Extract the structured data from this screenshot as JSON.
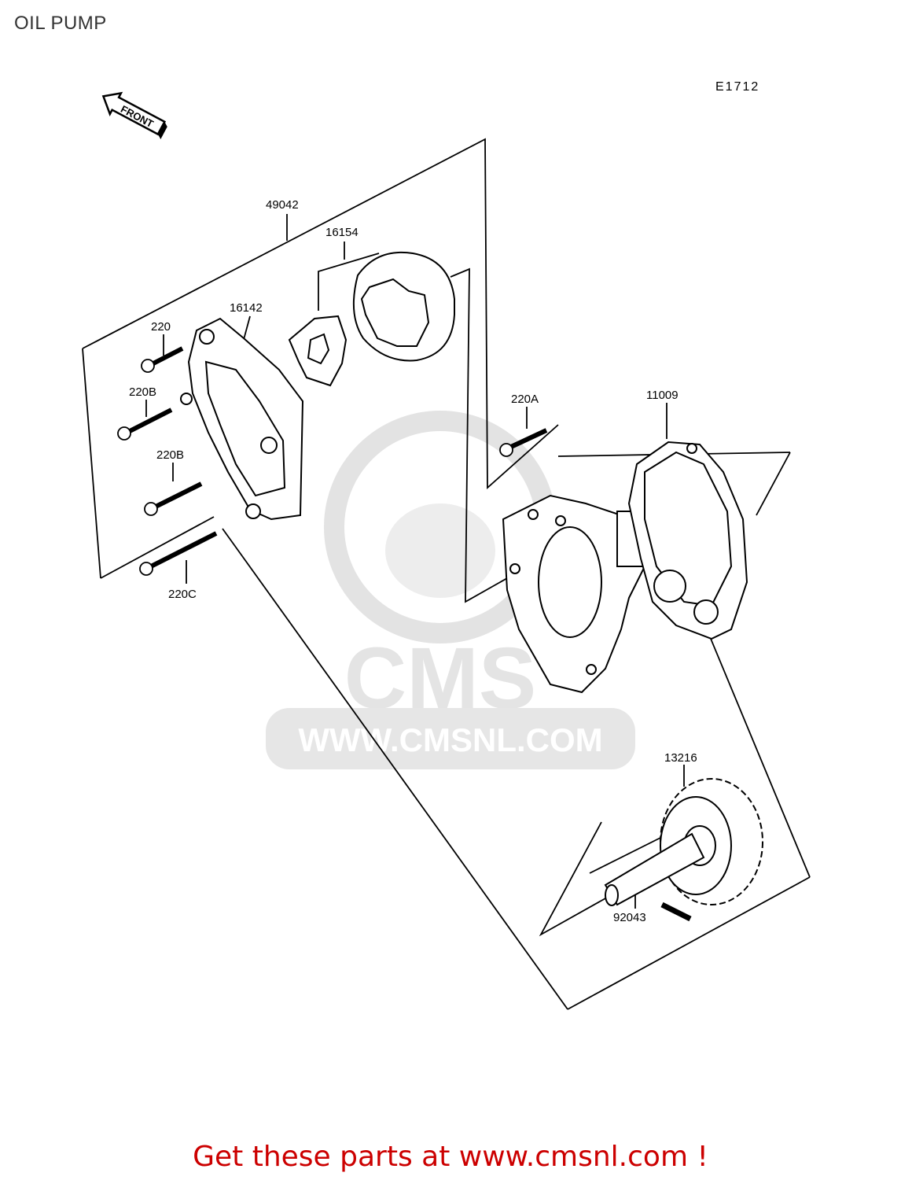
{
  "page": {
    "title": "OIL PUMP",
    "diagram_code": "E1712",
    "front_arrow_label": "FRONT",
    "footer_text": "Get these parts at www.cmsnl.com !",
    "footer_color": "#cc0000"
  },
  "watermark": {
    "brand": "CMS",
    "url": "WWW.CMSNL.COM",
    "color": "#e6e6e6"
  },
  "parts": {
    "p49042": "49042",
    "p16154": "16154",
    "p16142": "16142",
    "p220": "220",
    "p220B_1": "220B",
    "p220B_2": "220B",
    "p220C": "220C",
    "p220A": "220A",
    "p11009": "11009",
    "p13216": "13216",
    "p92043": "92043"
  }
}
